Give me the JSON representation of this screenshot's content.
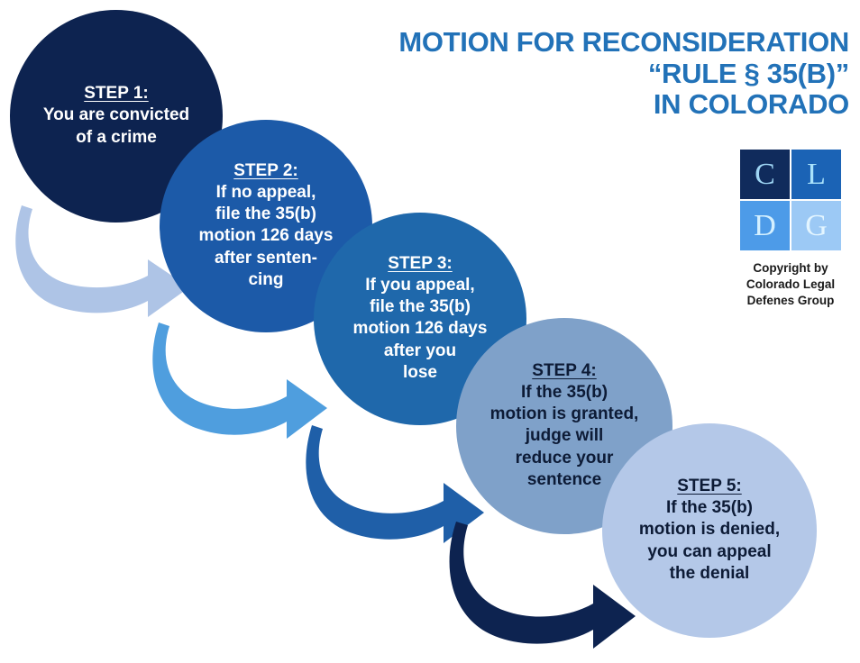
{
  "title": {
    "lines": [
      "MOTION FOR RECONSIDERATION",
      "“RULE § 35(B)”",
      "IN COLORADO"
    ],
    "color": "#2272b8"
  },
  "logo": {
    "letters": [
      "C",
      "L",
      "D",
      "G"
    ],
    "cell_colors": [
      "#102b5c",
      "#1b63b5",
      "#4d9be8",
      "#9cc9f5"
    ],
    "copyright_lines": [
      "Copyright by",
      "Colorado Legal",
      "Defenes Group"
    ]
  },
  "steps": [
    {
      "label": "STEP 1:",
      "text": "You are convicted\nof a crime",
      "fill": "#0d2350",
      "text_color": "#ffffff"
    },
    {
      "label": "STEP 2:",
      "text": "If no appeal,\nfile the 35(b)\nmotion 126 days\nafter senten-\ncing",
      "fill": "#1c5aa8",
      "text_color": "#ffffff"
    },
    {
      "label": "STEP 3:",
      "text": "If you appeal,\nfile the 35(b)\nmotion 126 days\nafter you\nlose",
      "fill": "#1f68ab",
      "text_color": "#ffffff"
    },
    {
      "label": "STEP 4:",
      "text": "If the 35(b)\nmotion is granted,\njudge will\nreduce your\nsentence",
      "fill": "#7fa1c9",
      "text_color": "#0d1b36"
    },
    {
      "label": "STEP 5:",
      "text": "If the 35(b)\nmotion is denied,\nyou can appeal\nthe denial",
      "fill": "#b4c8e8",
      "text_color": "#0d1b36"
    }
  ],
  "arrows": [
    {
      "name": "arrow-step1-to-step2",
      "color": "#aec4e6"
    },
    {
      "name": "arrow-step2-to-step3",
      "color": "#4f9ede"
    },
    {
      "name": "arrow-step3-to-step4",
      "color": "#1f5fa8"
    },
    {
      "name": "arrow-step4-to-step5",
      "color": "#0d2350"
    }
  ]
}
